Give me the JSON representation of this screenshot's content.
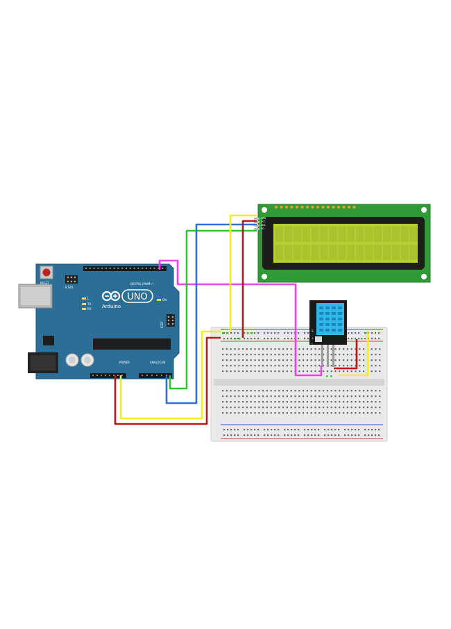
{
  "arduino": {
    "brand": "Arduino",
    "model": "UNO",
    "reset_label": "RESET",
    "icsp_label": "ICSP2",
    "icsp_label_2": "ICSP",
    "digital_label": "DIGITAL (PWM~)",
    "power_label": "POWER",
    "analog_label": "ANALOG IN",
    "on_label": "ON",
    "tx_label": "TX",
    "rx_label": "RX",
    "l_label": "L"
  },
  "lcd": {
    "pin_labels": [
      "GND",
      "VCC",
      "SDA",
      "SCL"
    ],
    "screen_color": "#b6cf34"
  },
  "sensor": {
    "pin_labels": [
      "S",
      "+",
      "-"
    ],
    "body_color": "#30b6e8"
  },
  "wire_colors": {
    "red": "#c31515",
    "yellow": "#f6ef16",
    "green": "#31c431",
    "blue": "#2f6fd8",
    "magenta": "#f03ff0"
  },
  "board_color": "#2b6f96"
}
